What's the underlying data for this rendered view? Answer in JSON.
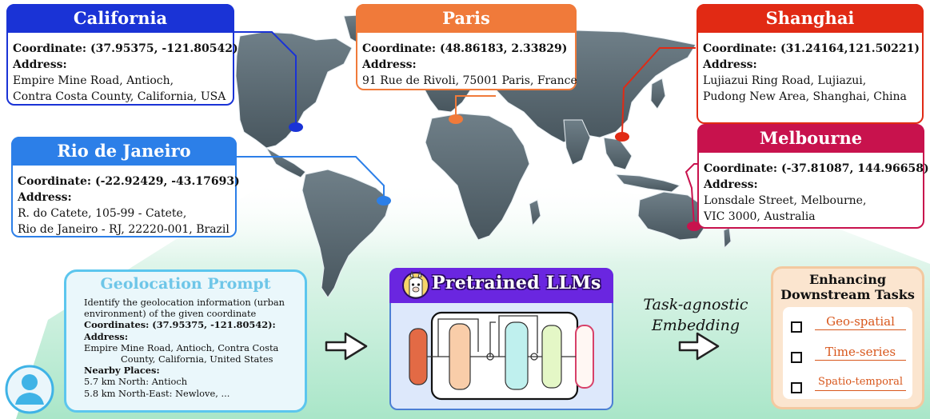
{
  "locations": {
    "california": {
      "name": "California",
      "coordinate": "Coordinate: (37.95375, -121.80542)",
      "address_label": "Address:",
      "address_lines": [
        "Empire Mine Road, Antioch,",
        "Contra Costa County, California, USA"
      ],
      "color": "#1a33d6"
    },
    "paris": {
      "name": "Paris",
      "coordinate": "Coordinate: (48.86183, 2.33829)",
      "address_label": "Address:",
      "address_lines": [
        "91 Rue de Rivoli,  75001 Paris,  France"
      ],
      "color": "#f07a3a"
    },
    "shanghai": {
      "name": "Shanghai",
      "coordinate": "Coordinate: (31.24164,121.50221)",
      "address_label": "Address:",
      "address_lines": [
        "Lujiazui Ring Road, Lujiazui,",
        "Pudong New Area, Shanghai,  China"
      ],
      "color": "#e12a14"
    },
    "rio": {
      "name": "Rio de Janeiro",
      "coordinate": "Coordinate: (-22.92429, -43.17693)",
      "address_label": "Address:",
      "address_lines": [
        "R. do Catete, 105-99 - Catete,",
        "Rio de Janeiro - RJ, 22220-001, Brazil"
      ],
      "color": "#2c7fe8"
    },
    "melbourne": {
      "name": "Melbourne",
      "coordinate": "Coordinate: (-37.81087, 144.96658)",
      "address_label": "Address:",
      "address_lines": [
        "Lonsdale Street, Melbourne,",
        "VIC 3000, Australia"
      ],
      "color": "#c8124d"
    }
  },
  "prompt": {
    "title": "Geolocation Prompt",
    "lines": [
      "Identify the geolocation information (urban",
      "environment) of  the given coordinate",
      "Coordinates: (37.95375, -121.80542):",
      "Address:",
      "Empire Mine Road, Antioch, Contra Costa",
      "County, California, United States",
      "Nearby Places:",
      "5.7 km North: Antioch",
      "5.8 km North-East: Newlove, ..."
    ]
  },
  "llm": {
    "title": "Pretrained LLMs"
  },
  "embedding": {
    "line1": "Task-agnostic",
    "line2": "Embedding"
  },
  "tasks": {
    "title_line1": "Enhancing",
    "title_line2": "Downstream Tasks",
    "items": [
      "Geo-spatial",
      "Time-series",
      "Spatio-temporal"
    ]
  }
}
